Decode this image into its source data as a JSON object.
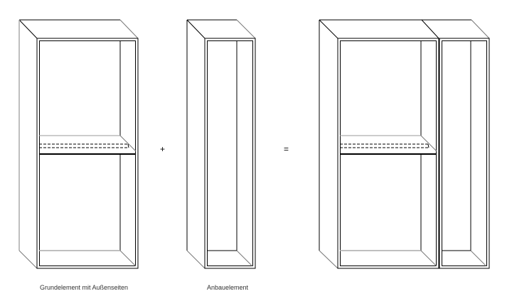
{
  "diagram": {
    "title": "",
    "operators": {
      "plus": "+",
      "equals": "="
    },
    "labels": {
      "base_element": "Grundelement mit Außenseiten",
      "add_on_element": "Anbauelement"
    },
    "elements": [
      {
        "id": "base",
        "label": "Grundelement mit Außenseiten",
        "has_shelf": true
      },
      {
        "id": "add_on",
        "label": "Anbauelement",
        "has_shelf": false
      },
      {
        "id": "combined",
        "label": "",
        "components": [
          "base",
          "add_on"
        ]
      }
    ],
    "colors": {
      "line": "#000000",
      "secondary_line": "#999999",
      "background": "#ffffff"
    }
  }
}
